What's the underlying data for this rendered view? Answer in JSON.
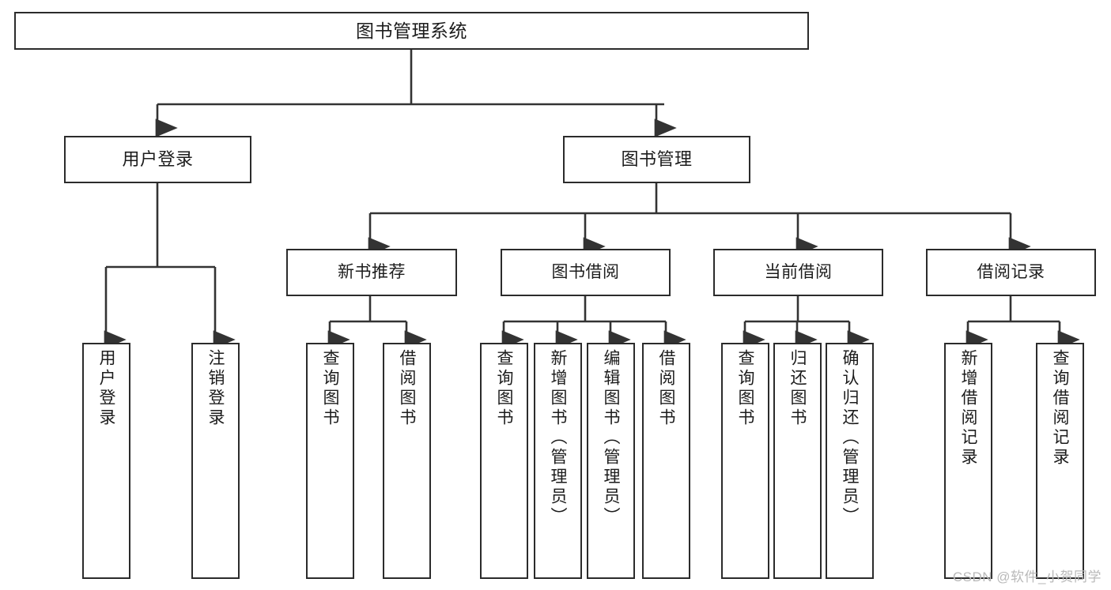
{
  "diagram": {
    "type": "tree-hierarchy",
    "title": "图书管理系统",
    "root": {
      "label": "图书管理系统",
      "level": 1
    },
    "level2": [
      {
        "label": "用户登录"
      },
      {
        "label": "图书管理"
      }
    ],
    "level3": [
      {
        "label": "新书推荐",
        "parent": "图书管理"
      },
      {
        "label": "图书借阅",
        "parent": "图书管理"
      },
      {
        "label": "当前借阅",
        "parent": "图书管理"
      },
      {
        "label": "借阅记录",
        "parent": "图书管理"
      }
    ],
    "leaves": [
      {
        "label": "用户登录",
        "parent": "用户登录"
      },
      {
        "label": "注销登录",
        "parent": "用户登录"
      },
      {
        "label": "查询图书",
        "parent": "新书推荐"
      },
      {
        "label": "借阅图书",
        "parent": "新书推荐"
      },
      {
        "label": "查询图书",
        "parent": "图书借阅"
      },
      {
        "label": "新增图书（管理员）",
        "parent": "图书借阅"
      },
      {
        "label": "编辑图书（管理员）",
        "parent": "图书借阅"
      },
      {
        "label": "借阅图书",
        "parent": "图书借阅"
      },
      {
        "label": "查询图书",
        "parent": "当前借阅"
      },
      {
        "label": "归还图书",
        "parent": "当前借阅"
      },
      {
        "label": "确认归还（管理员）",
        "parent": "当前借阅"
      },
      {
        "label": "新增借阅记录",
        "parent": "借阅记录"
      },
      {
        "label": "查询借阅记录",
        "parent": "借阅记录"
      }
    ],
    "colors": {
      "box_border": "#2b2b2b",
      "box_fill": "#ffffff",
      "connector": "#333333",
      "text": "#1c1c1c",
      "watermark": "#b9b9b9",
      "background": "#ffffff"
    }
  },
  "watermark": {
    "text": "CSDN @软件_小贺同学"
  }
}
